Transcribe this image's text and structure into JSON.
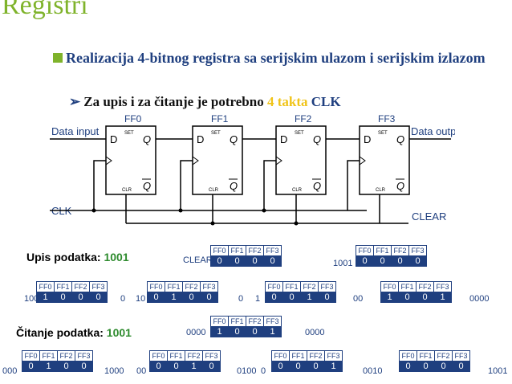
{
  "title": "Registri",
  "bullet1": "Realizacija 4-bitnog registra sa serijskim ulazom i serijskim izlazom",
  "bullet2": {
    "pre": "Za upis i za čitanje je potrebno ",
    "highlight": "4 takta",
    "post": " CLK"
  },
  "circuit": {
    "data_input": "Data input",
    "data_output": "Data output",
    "clk": "CLK",
    "clear": "CLEAR",
    "flipflops": [
      {
        "name": "FF0",
        "d": "D",
        "q": "Q",
        "qbar": "Q",
        "set": "SET",
        "clr": "CLR"
      },
      {
        "name": "FF1",
        "d": "D",
        "q": "Q",
        "qbar": "Q",
        "set": "SET",
        "clr": "CLR"
      },
      {
        "name": "FF2",
        "d": "D",
        "q": "Q",
        "qbar": "Q",
        "set": "SET",
        "clr": "CLR"
      },
      {
        "name": "FF3",
        "d": "D",
        "q": "Q",
        "qbar": "Q",
        "set": "SET",
        "clr": "CLR"
      }
    ]
  },
  "upis": {
    "label": "Upis podatka: ",
    "value": "1001"
  },
  "citanje": {
    "label": "Čitanje podatka: ",
    "value": "1001"
  },
  "headers": [
    "FF0",
    "FF1",
    "FF2",
    "FF3"
  ],
  "registers": [
    {
      "left": "CLEAR",
      "right": "",
      "bits": [
        "0",
        "0",
        "0",
        "0"
      ]
    },
    {
      "left": "1001",
      "right": "",
      "bits": [
        "0",
        "0",
        "0",
        "0"
      ]
    },
    {
      "left": "100",
      "right": "0",
      "bits": [
        "1",
        "0",
        "0",
        "0"
      ]
    },
    {
      "left": "10",
      "right": "0",
      "bits": [
        "0",
        "1",
        "0",
        "0"
      ]
    },
    {
      "left": "1",
      "right": "00",
      "bits": [
        "0",
        "0",
        "1",
        "0"
      ]
    },
    {
      "left": "",
      "right": "0000",
      "bits": [
        "1",
        "0",
        "0",
        "1"
      ]
    },
    {
      "left": "0000",
      "right": "0000",
      "bits": [
        "1",
        "0",
        "0",
        "1"
      ]
    },
    {
      "left": "000",
      "right": "1000",
      "bits": [
        "0",
        "1",
        "0",
        "0"
      ]
    },
    {
      "left": "00",
      "right": "0100",
      "bits": [
        "0",
        "0",
        "1",
        "0"
      ]
    },
    {
      "left": "0",
      "right": "0010",
      "bits": [
        "0",
        "0",
        "0",
        "1"
      ]
    },
    {
      "left": "",
      "right": "1001",
      "bits": [
        "0",
        "0",
        "0",
        "0"
      ]
    }
  ]
}
